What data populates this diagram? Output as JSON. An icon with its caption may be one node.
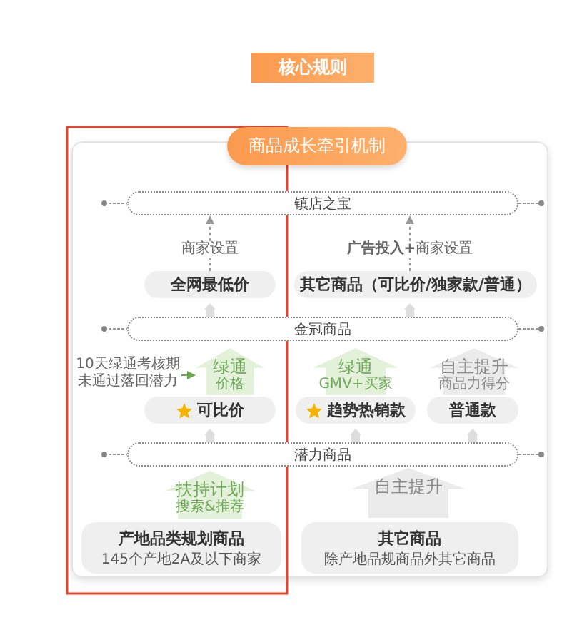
{
  "diagram": {
    "title": "核心规则",
    "nodes": [
      {
        "text": [
          "商品成长牵引机制"
        ]
      },
      {
        "text": [
          "镇店之宝"
        ],
        "in": 0
      },
      {
        "text": [
          "商家设置"
        ],
        "in": 0
      },
      {
        "text": [
          "**广告投入+**商家设置"
        ],
        "in": 0
      },
      {
        "text": [
          "全网最低价"
        ],
        "in": 0
      },
      {
        "text": [
          "其它商品（可比价/独家款/普通）"
        ],
        "in": 0
      },
      {
        "text": [
          "金冠商品"
        ],
        "in": 0
      },
      {
        "text": [
          "绿通",
          "价格"
        ],
        "in": 0
      },
      {
        "text": [
          "绿通",
          "GMV+买家"
        ],
        "in": 0
      },
      {
        "text": [
          "自主提升",
          "商品力得分"
        ],
        "in": 0
      },
      {
        "text": [
          "10天绿通考核期未通过落回潜力"
        ],
        "in": 0
      },
      {
        "text": [
          "可比价"
        ],
        "in": 0
      },
      {
        "text": [
          "趋势热销款"
        ],
        "in": 0
      },
      {
        "text": [
          "普通款"
        ],
        "in": 0
      },
      {
        "text": [
          "潜力商品"
        ],
        "in": 0
      },
      {
        "text": [
          "扶持计划",
          "搜索&推荐"
        ],
        "in": 0
      },
      {
        "text": [
          "自主提升"
        ],
        "in": 0
      },
      {
        "text": [
          "产地品类规划商品",
          "145个产地2A及以下商家"
        ],
        "in": 0
      },
      {
        "text": [
          "其它商品",
          "除产地品规商品外其它商品"
        ],
        "in": 0
      }
    ],
    "edges": [
      {
        "from": 4,
        "to": 2,
        "arrow": "none",
        "style": "dashed"
      },
      {
        "from": 2,
        "to": 1,
        "arrow": "to",
        "style": "dashed"
      },
      {
        "from": 5,
        "to": 3,
        "arrow": "none",
        "style": "dashed"
      },
      {
        "from": 3,
        "to": 1,
        "arrow": "to",
        "style": "dashed"
      },
      {
        "from": 6,
        "to": 4,
        "arrow": "to",
        "style": "thick",
        "color": "#dddddd"
      },
      {
        "from": 6,
        "to": 5,
        "arrow": "to",
        "style": "thick",
        "color": "#dddddd"
      },
      {
        "from": 10,
        "to": 7,
        "arrow": "to",
        "color": "#6aa84f"
      },
      {
        "from": 14,
        "to": 11,
        "arrow": "to",
        "style": "thick",
        "color": "#dddddd"
      },
      {
        "from": 14,
        "to": 12,
        "arrow": "to",
        "style": "thick",
        "color": "#dddddd"
      },
      {
        "from": 14,
        "to": 13,
        "arrow": "to",
        "style": "thick",
        "color": "#dddddd"
      }
    ]
  }
}
